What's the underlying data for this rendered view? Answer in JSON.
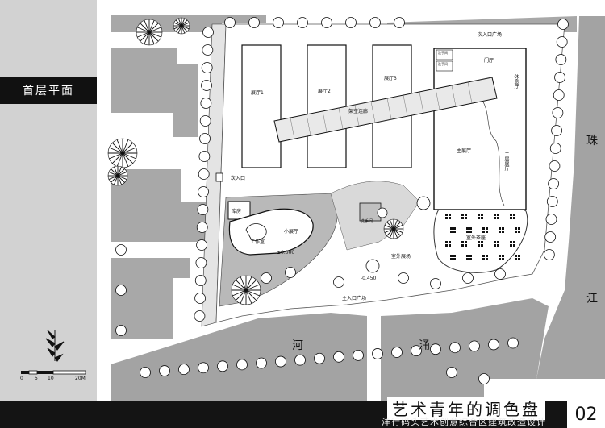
{
  "sheet_label": "首层平面",
  "title_main": "艺术青年的调色盘",
  "title_sub": "洋行码头艺术创意综合区建筑改造设计",
  "sheet_number": "02",
  "labels": {
    "entrance_north": "次入口广场",
    "entrance_west": "次入口",
    "entrance_south": "主入口广场",
    "hall_1": "展厅1",
    "hall_2": "展厅2",
    "hall_3": "展厅3",
    "bridge": "架空连廊",
    "lobby": "门厅",
    "rest_hall": "休息厅",
    "main_hall": "主展厅",
    "second_hall": "二层展厅",
    "wc_1": "洗手间",
    "wc_2": "洗手间",
    "storage": "库房",
    "small_hall": "小展厅",
    "studio": "工作室",
    "wash": "洗手间",
    "tea": "室外茶座",
    "exhibit_yard": "室外展场",
    "level_1": "±0.000",
    "level_2": "-0.450",
    "river_1": "河",
    "river_2": "涌",
    "zhu": "珠",
    "jiang": "江"
  },
  "scale_bar": {
    "ticks": [
      "0",
      "5",
      "10",
      "20M"
    ]
  },
  "colors": {
    "sidebar": "#d2d2d2",
    "footer": "#141414",
    "block": "#a8a8a8",
    "water": "#a3a3a3"
  }
}
